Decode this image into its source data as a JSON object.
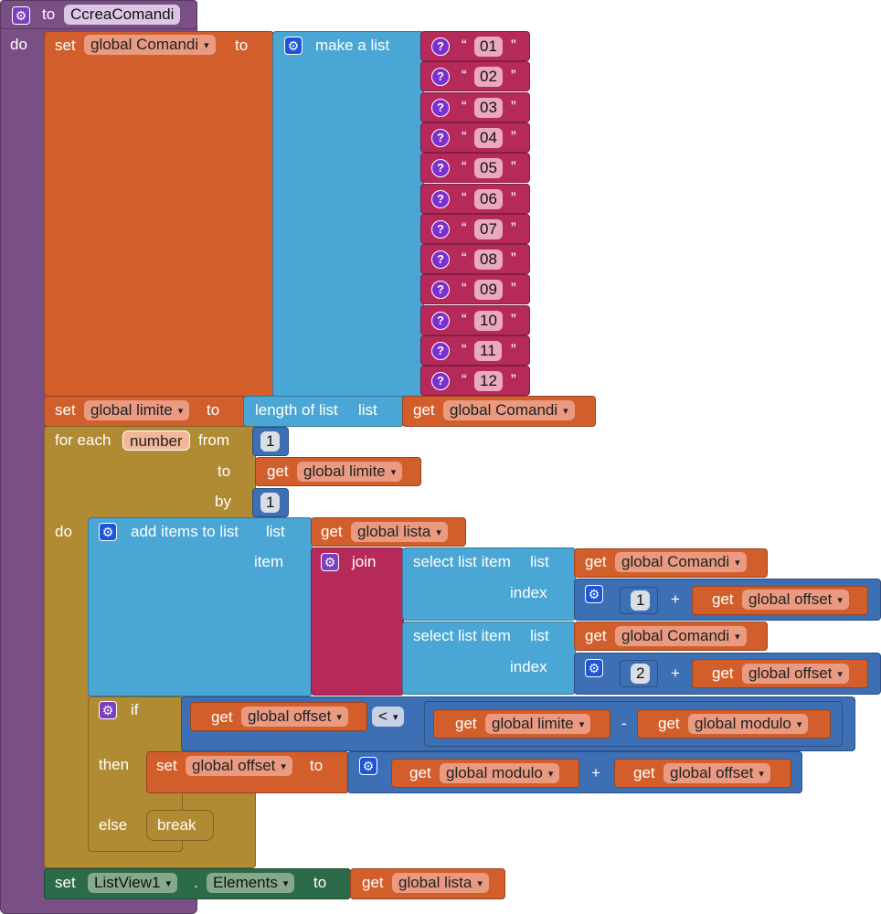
{
  "procedure": {
    "to_label": "to",
    "name": "CcreaComandi",
    "do_label": "do"
  },
  "set_comandi": {
    "set_label": "set",
    "var": "global Comandi",
    "to_label": "to"
  },
  "make_list": {
    "label": "make a list",
    "items": [
      "01",
      "02",
      "03",
      "04",
      "05",
      "06",
      "07",
      "08",
      "09",
      "10",
      "11",
      "12"
    ]
  },
  "set_limite": {
    "set_label": "set",
    "var": "global limite",
    "to_label": "to",
    "length_label": "length of list",
    "list_label": "list",
    "get_label": "get",
    "get_var": "global Comandi"
  },
  "for_each": {
    "label": "for each",
    "var": "number",
    "from_label": "from",
    "from_value": "1",
    "to_label": "to",
    "to_get": "get",
    "to_var": "global limite",
    "by_label": "by",
    "by_value": "1",
    "do_label": "do"
  },
  "add_items": {
    "label": "add items to list",
    "list_label": "list",
    "list_get": "get",
    "list_var": "global lista",
    "item_label": "item"
  },
  "join": {
    "label": "join"
  },
  "select1": {
    "label": "select list item",
    "list_label": "list",
    "get": "get",
    "var": "global Comandi",
    "index_label": "index",
    "num": "1",
    "op": "+",
    "get2": "get",
    "var2": "global offset"
  },
  "select2": {
    "label": "select list item",
    "list_label": "list",
    "get": "get",
    "var": "global Comandi",
    "index_label": "index",
    "num": "2",
    "op": "+",
    "get2": "get",
    "var2": "global offset"
  },
  "if_block": {
    "if_label": "if",
    "then_label": "then",
    "else_label": "else",
    "left_get": "get",
    "left_var": "global offset",
    "compare": "<",
    "minus_left_get": "get",
    "minus_left_var": "global limite",
    "minus": "-",
    "minus_right_get": "get",
    "minus_right_var": "global modulo"
  },
  "set_offset": {
    "set_label": "set",
    "var": "global offset",
    "to_label": "to",
    "get1": "get",
    "var1": "global modulo",
    "plus": "+",
    "get2": "get",
    "var2": "global offset"
  },
  "break_label": "break",
  "set_listview": {
    "set_label": "set",
    "component": "ListView1",
    "dot": ".",
    "property": "Elements",
    "to_label": "to",
    "get": "get",
    "var": "global lista"
  },
  "colors": {
    "procedure": "#7a4f85",
    "variable": "#d25f2b",
    "list": "#4aa7d5",
    "text": "#b52a5b",
    "math": "#3d6fb5",
    "control": "#b18b33",
    "component": "#2b6b4a"
  }
}
